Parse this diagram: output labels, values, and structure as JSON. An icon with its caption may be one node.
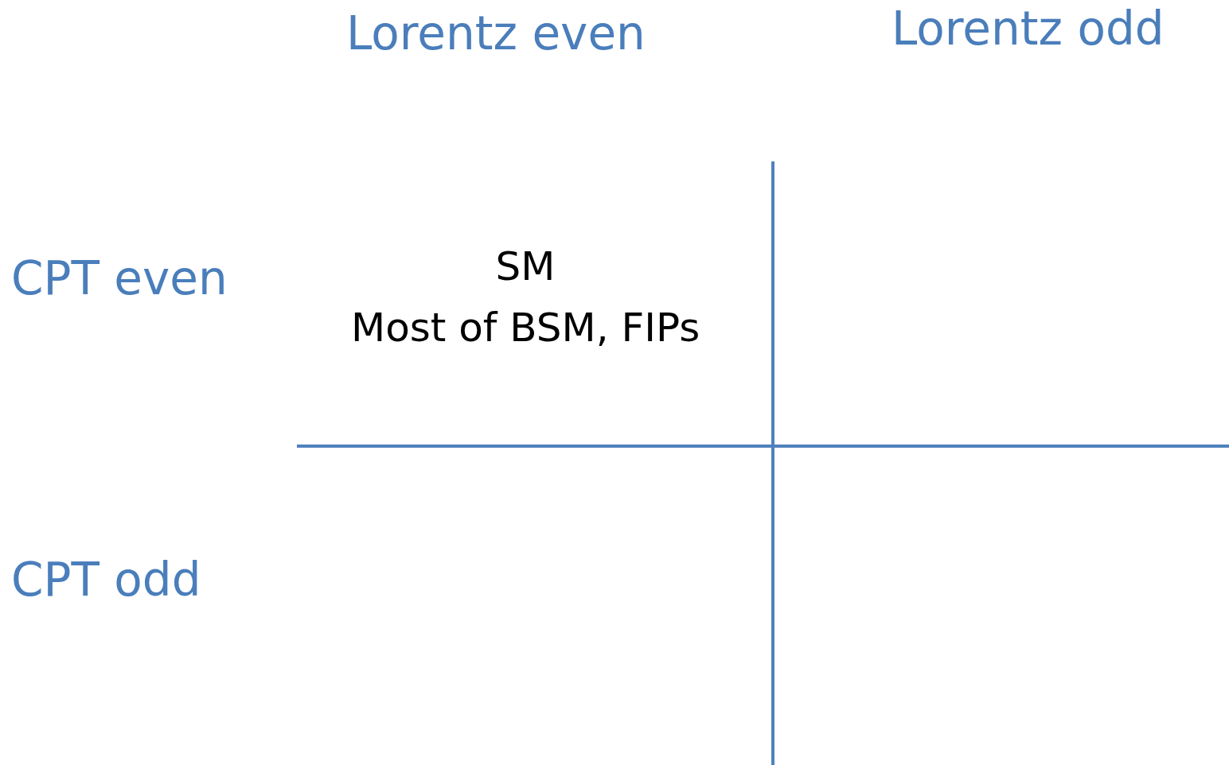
{
  "diagram": {
    "labels": [
      "Lorentz even",
      "Lorentz odd",
      "CPT even",
      "CPT odd",
      "SM",
      "Most of BSM, FIPs"
    ]
  }
}
